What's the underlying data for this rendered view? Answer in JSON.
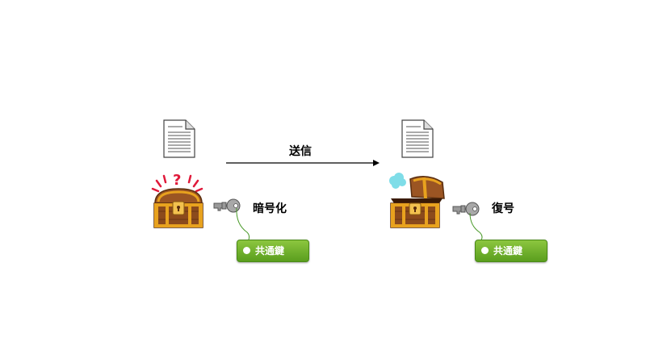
{
  "labels": {
    "send": "送信",
    "encrypt": "暗号化",
    "decrypt": "復号",
    "shared_key_left": "共通鍵",
    "shared_key_right": "共通鍵"
  },
  "icons": {
    "document": "document-icon",
    "chest_closed": "treasure-chest-closed-icon",
    "chest_open": "treasure-chest-open-icon",
    "key": "key-icon",
    "question_mark": "question-mark-icon"
  },
  "colors": {
    "tag_green": "#6db132",
    "chest_brown": "#8b4a1c",
    "chest_gold": "#e8a21e",
    "key_gray": "#9a9a9a",
    "question_red": "#e0193a",
    "cloud_cyan": "#7fdde8"
  }
}
